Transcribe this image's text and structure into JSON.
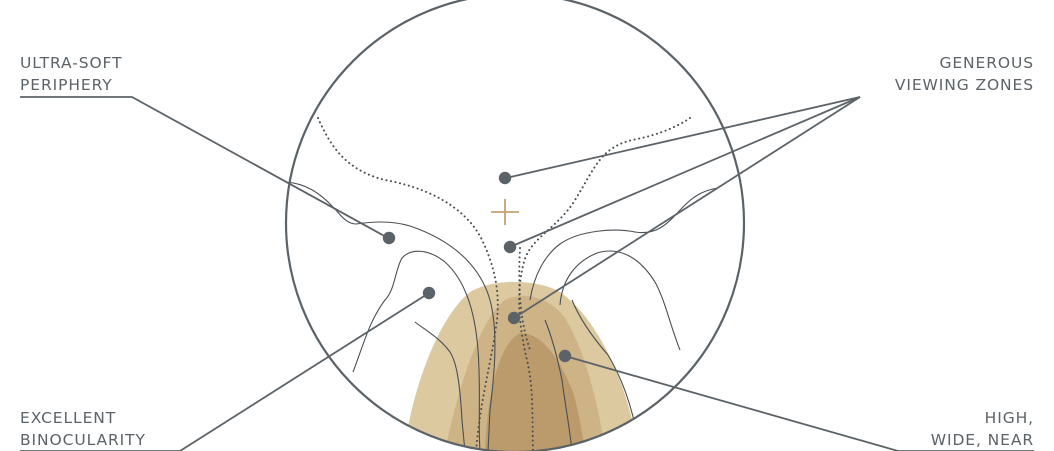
{
  "labels": {
    "ultra_soft_periphery": [
      "ULTRA-SOFT",
      "PERIPHERY"
    ],
    "generous_viewing_zones": [
      "GENEROUS",
      "VIEWING ZONES"
    ],
    "excellent_binocularity": [
      "EXCELLENT",
      "BINOCULARITY"
    ],
    "high_wide_near": [
      "HIGH,",
      "WIDE, NEAR"
    ]
  },
  "colors": {
    "text": "#5c6368",
    "leader": "#5c6368",
    "circle": "#5c6368",
    "contour": "#4a4f54",
    "near_outer": "#dcc9a0",
    "near_mid": "#cdb386",
    "near_inner": "#bb9b6c",
    "cross": "#c4a072"
  },
  "icons": {
    "fitting_cross": "plus-cross-icon"
  }
}
